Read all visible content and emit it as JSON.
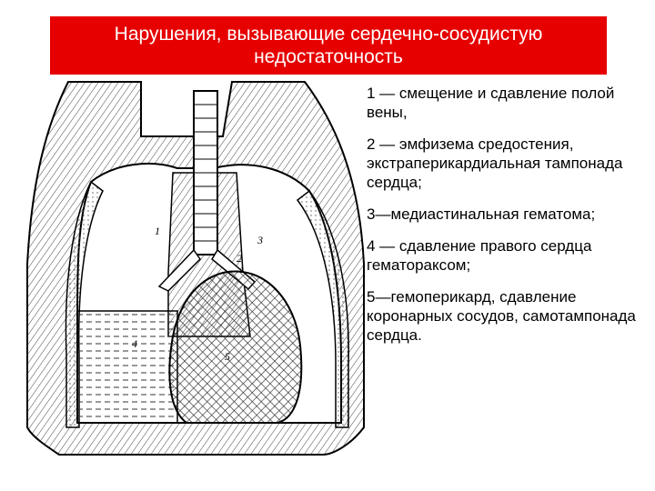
{
  "header": {
    "title_line1": "Нарушения, вызывающие сердечно-сосудистую",
    "title_line2": "недостаточность",
    "background_color": "#e60000"
  },
  "figure": {
    "labels": [
      "1",
      "2",
      "3",
      "4",
      "5"
    ]
  },
  "legend": {
    "items": [
      "1 — смещение и сдавление полой вены,",
      "2 — эмфизема средостения, экстраперикардиальная тампонада сердца;",
      "3—медиастинальная гематома;",
      "4 — сдавление правого сердца гематораксом;",
      "5—гемоперикард, сдавление коронарных сосудов, самотампонада сердца."
    ]
  }
}
